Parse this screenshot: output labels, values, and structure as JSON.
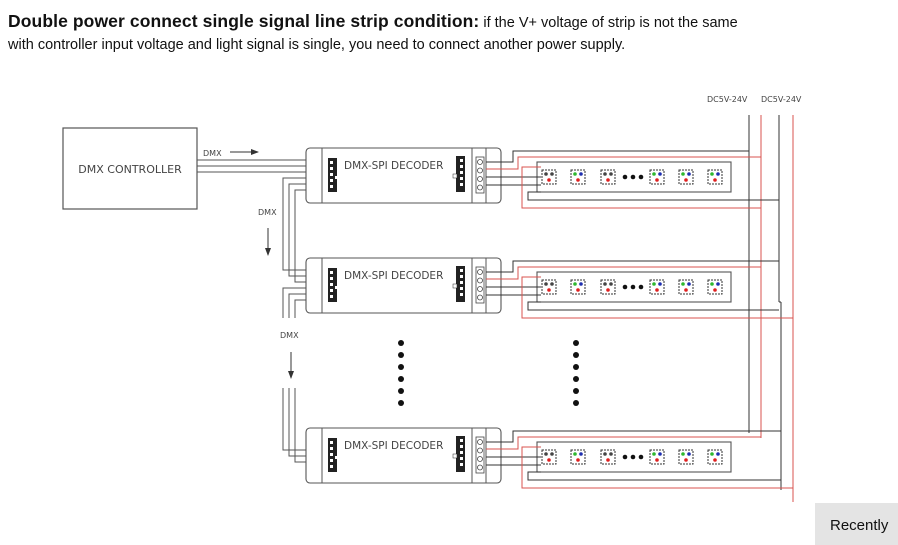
{
  "intro": {
    "heading": "Double power connect single signal line strip condition:",
    "text_after_heading": " if the V+ voltage of strip is not the same",
    "line2": "with controller input voltage and light signal is single, you need to connect another power supply."
  },
  "diagram": {
    "controller_label": "DMX CONTROLLER",
    "dmx_label": "DMX",
    "decoder_label": "DMX-SPI DECODER",
    "decoder_count_shown": 3,
    "power_supply_labels": [
      "DC5V-24V",
      "DC5V-24V"
    ],
    "led_chips_per_strip_shown": 6,
    "colors": {
      "wire_black": "#333333",
      "wire_red": "#d9534f",
      "led_red": "#e02020",
      "led_green": "#2fb82f",
      "led_blue": "#1f2fb0"
    }
  },
  "recently_tab": {
    "label": "Recently"
  }
}
